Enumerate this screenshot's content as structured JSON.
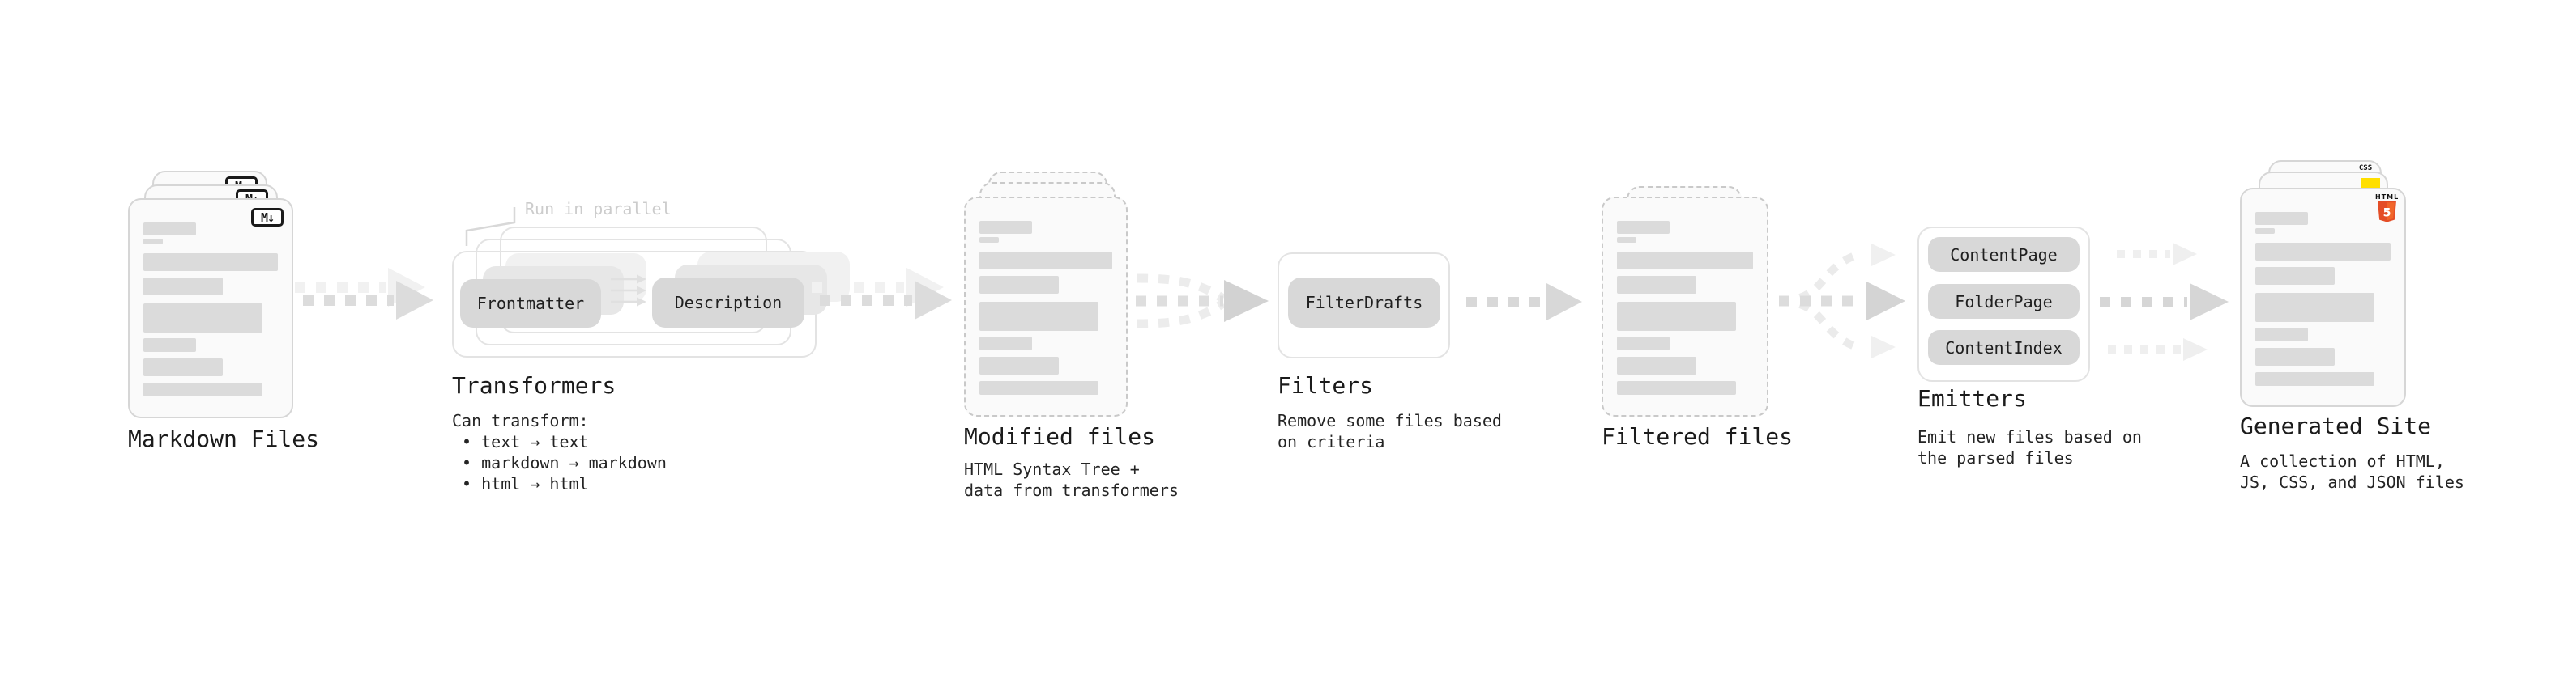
{
  "diagram": {
    "markdown_files": {
      "title": "Markdown Files",
      "badge": "M↓"
    },
    "transformers": {
      "note": "Run in parallel",
      "stage_left": "Frontmatter",
      "stage_right": "Description",
      "title": "Transformers",
      "desc": "Can transform:\n • text → text\n • markdown → markdown\n • html → html"
    },
    "modified_files": {
      "title": "Modified files",
      "desc": "HTML Syntax Tree +\ndata from transformers"
    },
    "filters": {
      "title": "Filters",
      "stage": "FilterDrafts",
      "desc": "Remove some files based\non criteria"
    },
    "filtered_files": {
      "title": "Filtered files"
    },
    "emitters": {
      "title": "Emitters",
      "stages": [
        "ContentPage",
        "FolderPage",
        "ContentIndex"
      ],
      "desc": "Emit new files based on\nthe parsed files"
    },
    "generated_site": {
      "title": "Generated Site",
      "desc": "A collection of HTML,\nJS, CSS, and JSON files",
      "css_badge": "CSS",
      "html5_word": "HTML",
      "html5_number": "5"
    },
    "colors": {
      "html5_orange": "#e44d26",
      "html5_orange_light": "#f16529",
      "js_yellow": "#ffdf00",
      "css_blue": "#2f6bf0",
      "bar_gray": "#dbdbdb",
      "arrow_gray": "#d6d6d6",
      "faint_gray": "#f1f1f1"
    }
  }
}
